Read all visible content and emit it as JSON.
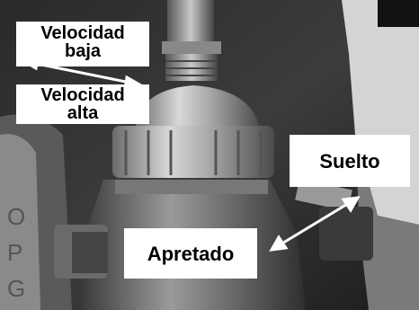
{
  "labels": {
    "velocidad_baja": [
      "Velocidad",
      "baja"
    ],
    "velocidad_alta": [
      "Velocidad",
      "alta"
    ],
    "suelto": "Suelto",
    "apretado": "Apretado"
  },
  "colors": {
    "label_background": "#ffffff",
    "label_text": "#000000",
    "arrow": "#ffffff"
  }
}
